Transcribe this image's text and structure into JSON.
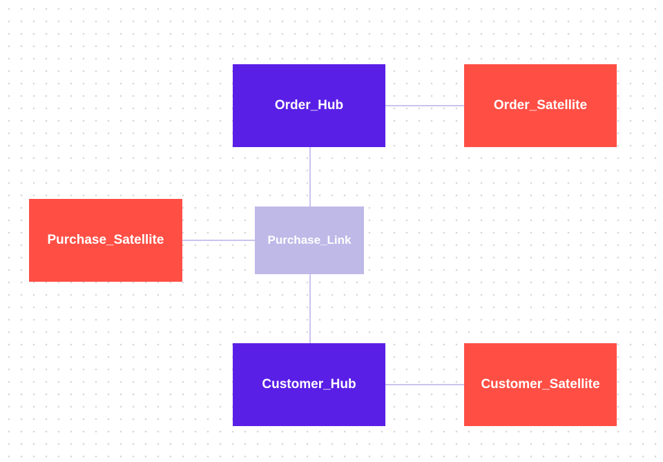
{
  "diagram": {
    "colors": {
      "hub": "#5a1fe6",
      "satellite": "#ff4f45",
      "link": "#bfb9e8",
      "connector": "#c9c3ee"
    },
    "nodes": {
      "order_hub": "Order_Hub",
      "order_satellite": "Order_Satellite",
      "purchase_link": "Purchase_Link",
      "purchase_satellite": "Purchase_Satellite",
      "customer_hub": "Customer_Hub",
      "customer_satellite": "Customer_Satellite"
    },
    "edges": [
      [
        "order_hub",
        "order_satellite"
      ],
      [
        "order_hub",
        "purchase_link"
      ],
      [
        "purchase_satellite",
        "purchase_link"
      ],
      [
        "purchase_link",
        "customer_hub"
      ],
      [
        "customer_hub",
        "customer_satellite"
      ]
    ]
  }
}
